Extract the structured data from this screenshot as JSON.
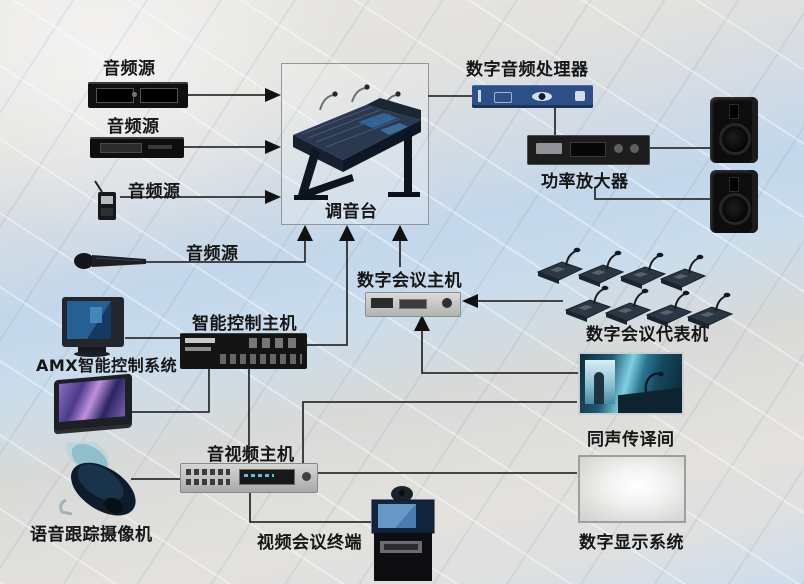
{
  "labels": {
    "audio_source_1": "音频源",
    "audio_source_2": "音频源",
    "audio_source_3": "音频源",
    "audio_source_4": "音频源",
    "mixer": "调音台",
    "audio_processor": "数字音频处理器",
    "power_amplifier": "功率放大器",
    "conference_host": "数字会议主机",
    "delegate_units": "数字会议代表机",
    "control_host": "智能控制主机",
    "amx_system": "AMX智能控制系统",
    "av_host": "音视频主机",
    "interpretation_room": "同声传译间",
    "tracking_camera": "语音跟踪摄像机",
    "video_terminal": "视频会议终端",
    "display_system": "数字显示系统"
  },
  "connections": [
    {
      "from": "audio_source_1",
      "to": "mixer",
      "arrow": true
    },
    {
      "from": "audio_source_2",
      "to": "mixer",
      "arrow": true
    },
    {
      "from": "audio_source_3",
      "to": "mixer",
      "arrow": true
    },
    {
      "from": "audio_source_4",
      "to": "mixer",
      "arrow": true
    },
    {
      "from": "control_host",
      "to": "mixer",
      "arrow": true
    },
    {
      "from": "conference_host",
      "to": "mixer",
      "arrow": true
    },
    {
      "from": "mixer",
      "to": "audio_processor",
      "arrow": false
    },
    {
      "from": "audio_processor",
      "to": "power_amplifier",
      "arrow": false
    },
    {
      "from": "power_amplifier",
      "to": "speaker_1",
      "arrow": false
    },
    {
      "from": "power_amplifier",
      "to": "speaker_2",
      "arrow": false
    },
    {
      "from": "delegate_units",
      "to": "conference_host",
      "arrow": true
    },
    {
      "from": "interpretation_room",
      "to": "conference_host",
      "arrow": true
    },
    {
      "from": "amx_monitor",
      "to": "control_host",
      "arrow": false
    },
    {
      "from": "amx_touch_panel",
      "to": "control_host",
      "arrow": false
    },
    {
      "from": "control_host",
      "to": "av_host",
      "arrow": false
    },
    {
      "from": "tracking_camera",
      "to": "av_host",
      "arrow": false
    },
    {
      "from": "av_host",
      "to": "interpretation_room",
      "arrow": false
    },
    {
      "from": "av_host",
      "to": "display_system",
      "arrow": false
    },
    {
      "from": "av_host",
      "to": "video_terminal",
      "arrow": false
    }
  ],
  "colors": {
    "label_text": "#161616",
    "line": "#2f2f2f",
    "arrow": "#111111",
    "processor_blue": "#2b4f86",
    "band_blue": "#c3d7eb",
    "background": "#e2e1de"
  }
}
